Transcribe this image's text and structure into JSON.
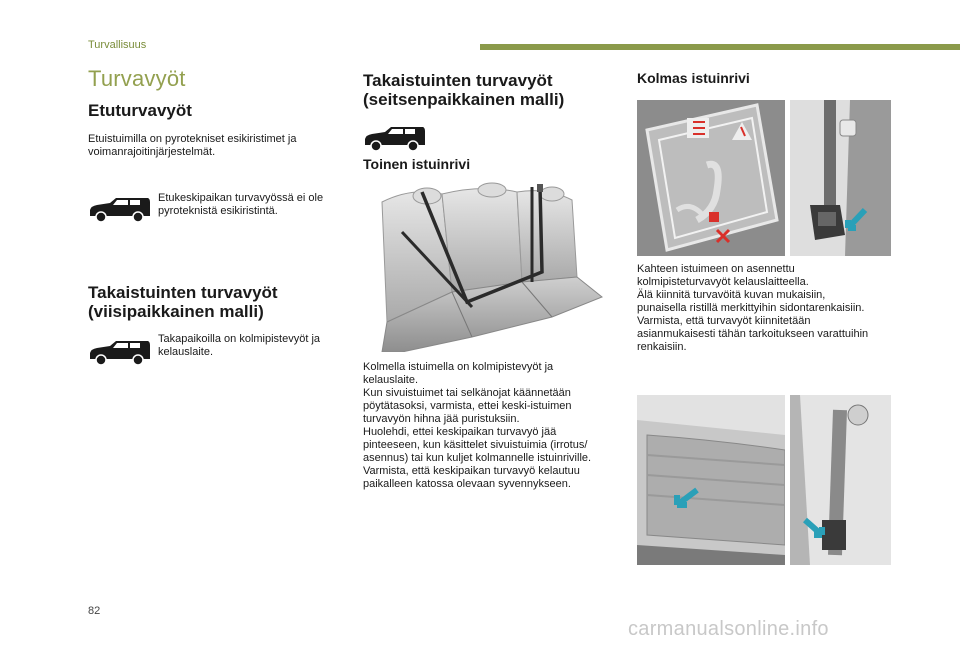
{
  "header": {
    "section": "Turvallisuus"
  },
  "page_title": "Turvavyöt",
  "col1": {
    "heading_front": "Etuturvavyöt",
    "front_text": "Etuistuimilla on pyrotekniset esikiristimet ja\nvoimanrajoitinjärjestelmät.",
    "front_note": "Etukeskipaikan turvavyössä ei ole\npyroteknistä esikiristintä.",
    "heading_rear5": "Takaistuinten turvavyöt\n(viisipaikkainen malli)",
    "rear5_note": "Takapaikoilla on kolmipistevyöt ja\nkelauslaite."
  },
  "col2": {
    "heading_rear7": "Takaistuinten turvavyöt\n(seitsenpaikkainen malli)",
    "subheading_row2": "Toinen istuinrivi",
    "row2_text": "Kolmella istuimella on kolmipistevyöt ja\nkelauslaite.\nKun sivuistuimet tai selkänojat käännetään\npöytätasoksi, varmista, ettei keski-istuimen\nturvavyön hihna jää puristuksiin.\nHuolehdi, ettei keskipaikan turvavyö jää\npinteeseen, kun käsittelet sivuistuimia (irrotus/\nasennus) tai kun kuljet kolmannelle istuinriville.\nVarmista, että keskipaikan turvavyö kelautuu\npaikalleen katossa olevaan syvennykseen."
  },
  "col3": {
    "subheading_row3": "Kolmas istuinrivi",
    "row3_text": "Kahteen istuimeen on asennettu\nkolmipisteturvavyöt kelauslaitteella.\nÄlä kiinnitä turvavöitä kuvan mukaisiin,\npunaisella ristillä merkittyihin sidontarenkaisiin.\nVarmista, että turvavyöt kiinnitetään\nasianmukaisesti tähän tarkoitukseen varattuihin\nrenkaisiin."
  },
  "footer": {
    "page_number": "82",
    "watermark": "carmanualsonline.info"
  },
  "colors": {
    "accent": "#93a04f",
    "bar": "#8b9a4b",
    "arrow": "#2aa0b8",
    "warning": "#d9302a"
  }
}
